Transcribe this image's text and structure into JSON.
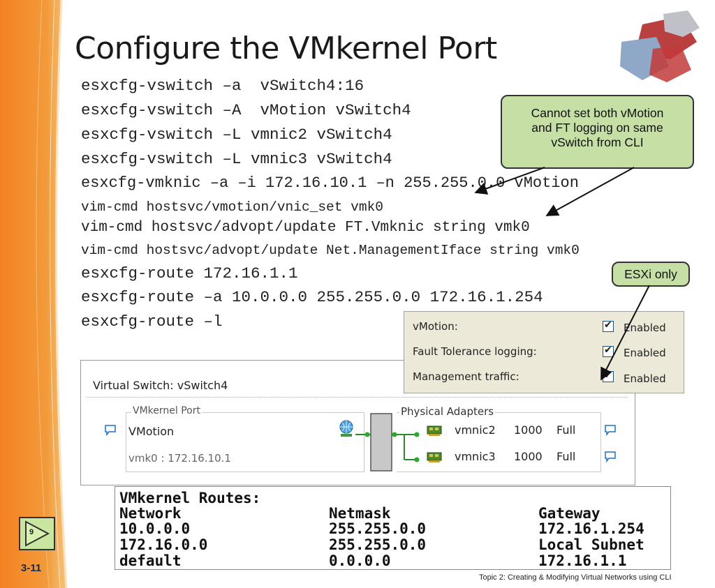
{
  "slide": {
    "title": "Configure the VMkernel Port",
    "slide_number": "3-11",
    "nav_label": "9",
    "footer": "Topic 2:  Creating & Modifying Virtual Networks using CLI"
  },
  "commands": [
    "esxcfg-vswitch –a  vSwitch4:16",
    "esxcfg-vswitch –A  vMotion vSwitch4",
    "esxcfg-vswitch –L vmnic2 vSwitch4",
    "esxcfg-vswitch –L vmnic3 vSwitch4",
    "esxcfg-vmknic –a –i 172.16.10.1 –n 255.255.0.0 vMotion",
    "vim-cmd hostsvc/vmotion/vnic_set vmk0",
    "vim-cmd hostsvc/advopt/update FT.Vmknic string vmk0",
    "vim-cmd hostsvc/advopt/update Net.ManagementIface string vmk0",
    "esxcfg-route 172.16.1.1",
    "esxcfg-route –a 10.0.0.0 255.255.0.0 172.16.1.254",
    "esxcfg-route –l"
  ],
  "callouts": {
    "note": "Cannot set both vMotion and FT logging on same vSwitch from CLI",
    "note_lines": [
      "Cannot set both vMotion",
      "and FT logging on same",
      "vSwitch from CLI"
    ],
    "esxi": "ESXi only"
  },
  "port_options": [
    {
      "label": "vMotion:",
      "checked": true,
      "value": "Enabled"
    },
    {
      "label": "Fault Tolerance logging:",
      "checked": true,
      "value": "Enabled"
    },
    {
      "label": "Management traffic:",
      "checked": true,
      "value": "Enabled"
    }
  ],
  "vswitch": {
    "title": "Virtual Switch: vSwitch4",
    "vmkernel_group_label": "VMkernel Port",
    "port_name": "VMotion",
    "port_detail": "vmk0 : 172.16.10.1",
    "physical_group_label": "Physical Adapters",
    "adapters": [
      {
        "name": "vmnic2",
        "speed": "1000",
        "duplex": "Full"
      },
      {
        "name": "vmnic3",
        "speed": "1000",
        "duplex": "Full"
      }
    ]
  },
  "routes": {
    "title": "VMkernel Routes:",
    "headers": [
      "Network",
      "Netmask",
      "Gateway"
    ],
    "rows": [
      [
        "10.0.0.0",
        "255.255.0.0",
        "172.16.1.254"
      ],
      [
        "172.16.0.0",
        "255.255.0.0",
        "Local Subnet"
      ],
      [
        "default",
        "0.0.0.0",
        "172.16.1.1"
      ]
    ]
  },
  "colors": {
    "band_orange": "#f07a22",
    "callout_green": "#c5dfa4",
    "link_blue": "#1f6fc8"
  },
  "icons": [
    "vmware-logo-icon",
    "speech-bubble-icon",
    "network-globe-icon",
    "nic-card-icon",
    "checkbox-checked-icon",
    "play-nav-icon"
  ]
}
